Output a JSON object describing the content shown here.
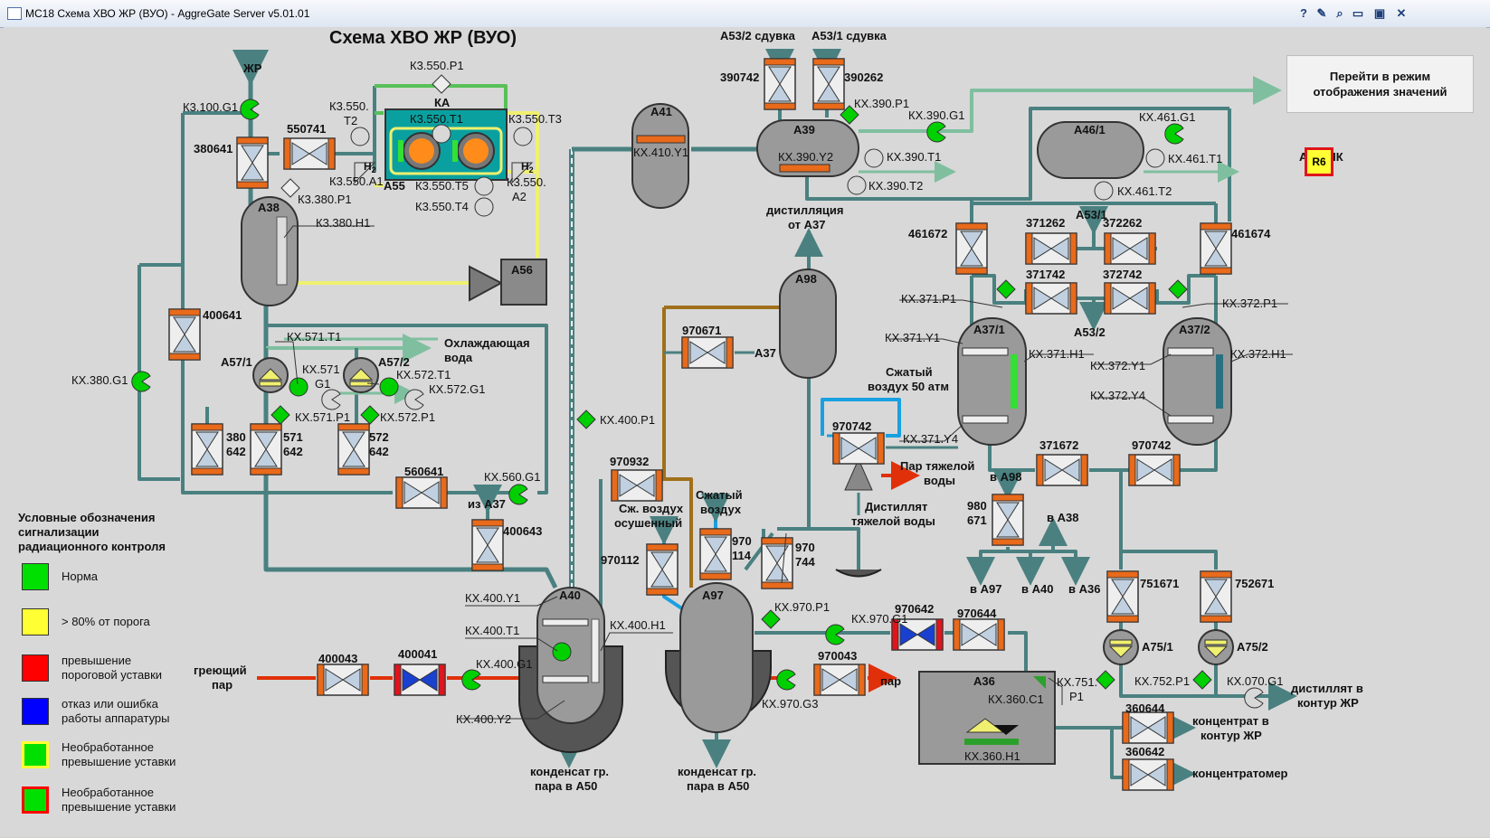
{
  "window": {
    "title": "MC18 Схема ХВО ЖР (ВУО) - AggreGate Server v5.01.01",
    "icons": [
      "help-icon",
      "edit-icon",
      "search-icon",
      "window-icon",
      "maximize-icon",
      "close-icon"
    ]
  },
  "diagram": {
    "title": "Схема ХВО ЖР (ВУО)",
    "switch_button": "Перейти в режим\nотображения значений",
    "autopk_code": "R6",
    "autopk_label": "АвтоПК"
  },
  "legend": {
    "heading": "Условные обозначения\nсигнализации\nрадиационного контроля",
    "items": [
      {
        "label": "Норма",
        "fill": "#00e000",
        "border": "#333333"
      },
      {
        "label": "> 80% от порога",
        "fill": "#ffff33",
        "border": "#333333"
      },
      {
        "label": "превышение\nпороговой уставки",
        "fill": "#ff0000",
        "border": "#333333"
      },
      {
        "label": "отказ или ошибка\nработы аппаратуры",
        "fill": "#0000ff",
        "border": "#333333"
      },
      {
        "label": "Необработанное\nпревышение уставки",
        "fill": "#00e000",
        "border": "#ffff33"
      },
      {
        "label": "Необработанное\nпревышение уставки",
        "fill": "#00e000",
        "border": "#ff0000"
      }
    ]
  },
  "colors": {
    "pipe": "#4a8080",
    "pipe_light": "#7fbf9f",
    "pipe_yellow": "#f0f070",
    "steam": "#e0300a",
    "condensate": "#2a7080",
    "valve_orange": "#e86a1a",
    "vessel": "#9a9a9a",
    "sensor_green": "#00d000",
    "ka_box": "#0aa0a0"
  },
  "labels": {
    "zhr": "ЖР",
    "k3_100_g1": "К3.100.G1",
    "v380641": "380641",
    "v550741": "550741",
    "k3_550_p1": "К3.550.P1",
    "ka": "КА",
    "k3_550_t1": "К3.550.T1",
    "k3_550_t2a": "К3.550.",
    "k3_550_t2b": "T2",
    "k3_550_t3": "К3.550.T3",
    "h2": "H2",
    "k3_550_a1": "К3.550.А1",
    "a55": "А55",
    "k3_550_t5": "К3.550.T5",
    "k3_550_a2a": "К3.550.",
    "k3_550_a2b": "А2",
    "k3_550_t4": "К3.550.T4",
    "k3_380_p1": "К3.380.P1",
    "a38": "А38",
    "k3_380_h1": "К3.380.H1",
    "a56": "А56",
    "v400641": "400641",
    "kx_380_g1": "КХ.380.G1",
    "kx_571_t1": "КХ.571.T1",
    "cooling_water_a": "Охлаждающая",
    "cooling_water_b": "вода",
    "a57_1": "А57/1",
    "a57_2": "А57/2",
    "kx_571_g1a": "КХ.571",
    "kx_571_g1b": "G1",
    "kx_572_t1": "КХ.572.T1",
    "kx_572_g1": "КХ.572.G1",
    "kx_571_p1": "КХ.571.P1",
    "kx_572_p1": "КХ.572.P1",
    "v380a": "380",
    "v642a": "642",
    "v571": "571",
    "v642b": "642",
    "v572": "572",
    "v642c": "642",
    "v560641": "560641",
    "kx_560_g1": "КХ.560.G1",
    "from_a37": "из А37",
    "v400643": "400643",
    "a41": "А41",
    "kx_410_y1": "КХ.410.Y1",
    "a53_2_blow": "А53/2 сдувка",
    "a53_1_blow": "А53/1 сдувка",
    "v390742": "390742",
    "v390262": "390262",
    "kx_390_p1": "КХ.390.P1",
    "a39": "А39",
    "kx_390_y2": "КХ.390.Y2",
    "kx_390_g1": "КХ.390.G1",
    "kx_390_t1": "КХ.390.T1",
    "kx_390_t2": "КХ.390.T2",
    "kx_461_g1": "КХ.461.G1",
    "a46_1": "А46/1",
    "kx_461_t1": "КХ.461.T1",
    "kx_461_t2": "КХ.461.T2",
    "dist_a37a": "дистилляция",
    "dist_a37b": "от А37",
    "a98": "А98",
    "v461672": "461672",
    "v371262": "371262",
    "a53_1": "А53/1",
    "v372262": "372262",
    "v461674": "461674",
    "v371742": "371742",
    "v372742": "372742",
    "kx_371_p1": "КХ.371.P1",
    "kx_372_p1": "КХ.372.P1",
    "a53_2": "А53/2",
    "v970671": "970671",
    "a37_short": "А37",
    "kx_371_y1": "КХ.371.Y1",
    "a37_1": "А37/1",
    "kx_371_h1": "КХ.371.H1",
    "a37_2": "А37/2",
    "kx_372_y1": "КХ.372.Y1",
    "kx_372_h1": "КХ.372.H1",
    "kx_372_y4": "КХ.372.Y4",
    "compressed_air50a": "Сжатый",
    "compressed_air50b": "воздух 50 атм",
    "v970742a": "970742",
    "kx_371_y4": "КХ.371.Y4",
    "heavy_steam_a": "Пар тяжелой",
    "heavy_steam_b": "воды",
    "heavy_dist_a": "Дистиллят",
    "heavy_dist_b": "тяжелой воды",
    "v371672": "371672",
    "v970742b": "970742",
    "kx_400_p1": "КХ.400.P1",
    "v970932": "970932",
    "dry_air_a": "Сж. воздух",
    "dry_air_b": "осушенный",
    "comp_air_a": "Сжатый",
    "comp_air_b": "воздух",
    "to_a98": "в А98",
    "v980a": "980",
    "v980b": "671",
    "to_a38": "в А38",
    "v970112": "970112",
    "v970a": "970",
    "v970b": "114",
    "v970c": "970",
    "v970d": "744",
    "to_a97": "в А97",
    "to_a40": "в А40",
    "to_a36": "в А36",
    "v751671": "751671",
    "v752671": "752671",
    "a40": "А40",
    "a97": "А97",
    "kx_970_p1": "КХ.970.P1",
    "kx_400_y1": "КХ.400.Y1",
    "kx_400_t1": "КХ.400.T1",
    "kx_400_h1": "КХ.400.H1",
    "kx_970_g1": "КХ.970.G1",
    "v970642": "970642",
    "v970644": "970644",
    "a75_1": "А75/1",
    "a75_2": "А75/2",
    "heating_a": "греющий",
    "heating_b": "пар",
    "v400043": "400043",
    "v400041": "400041",
    "kx_400_g1": "КХ.400.G1",
    "v970043": "970043",
    "steam": "пар",
    "a36": "А36",
    "kx_360_c1": "КХ.360.C1",
    "kx_751_p1a": "КХ.751.",
    "kx_751_p1b": "P1",
    "kx_752_p1": "КХ.752.P1",
    "kx_070_g1": "КХ.070.G1",
    "dist_out_a": "дистиллят в",
    "dist_out_b": "контур ЖР",
    "kx_970_g3": "КХ.970.G3",
    "kx_400_y2": "КХ.400.Y2",
    "v360644": "360644",
    "conc_out_a": "концентрат в",
    "conc_out_b": "контур ЖР",
    "kx_360_h1": "КХ.360.H1",
    "v360642": "360642",
    "concmeter": "концентратомер",
    "cond1_a": "конденсат гр.",
    "cond1_b": "пара в А50",
    "cond2_a": "конденсат гр.",
    "cond2_b": "пара в А50"
  }
}
